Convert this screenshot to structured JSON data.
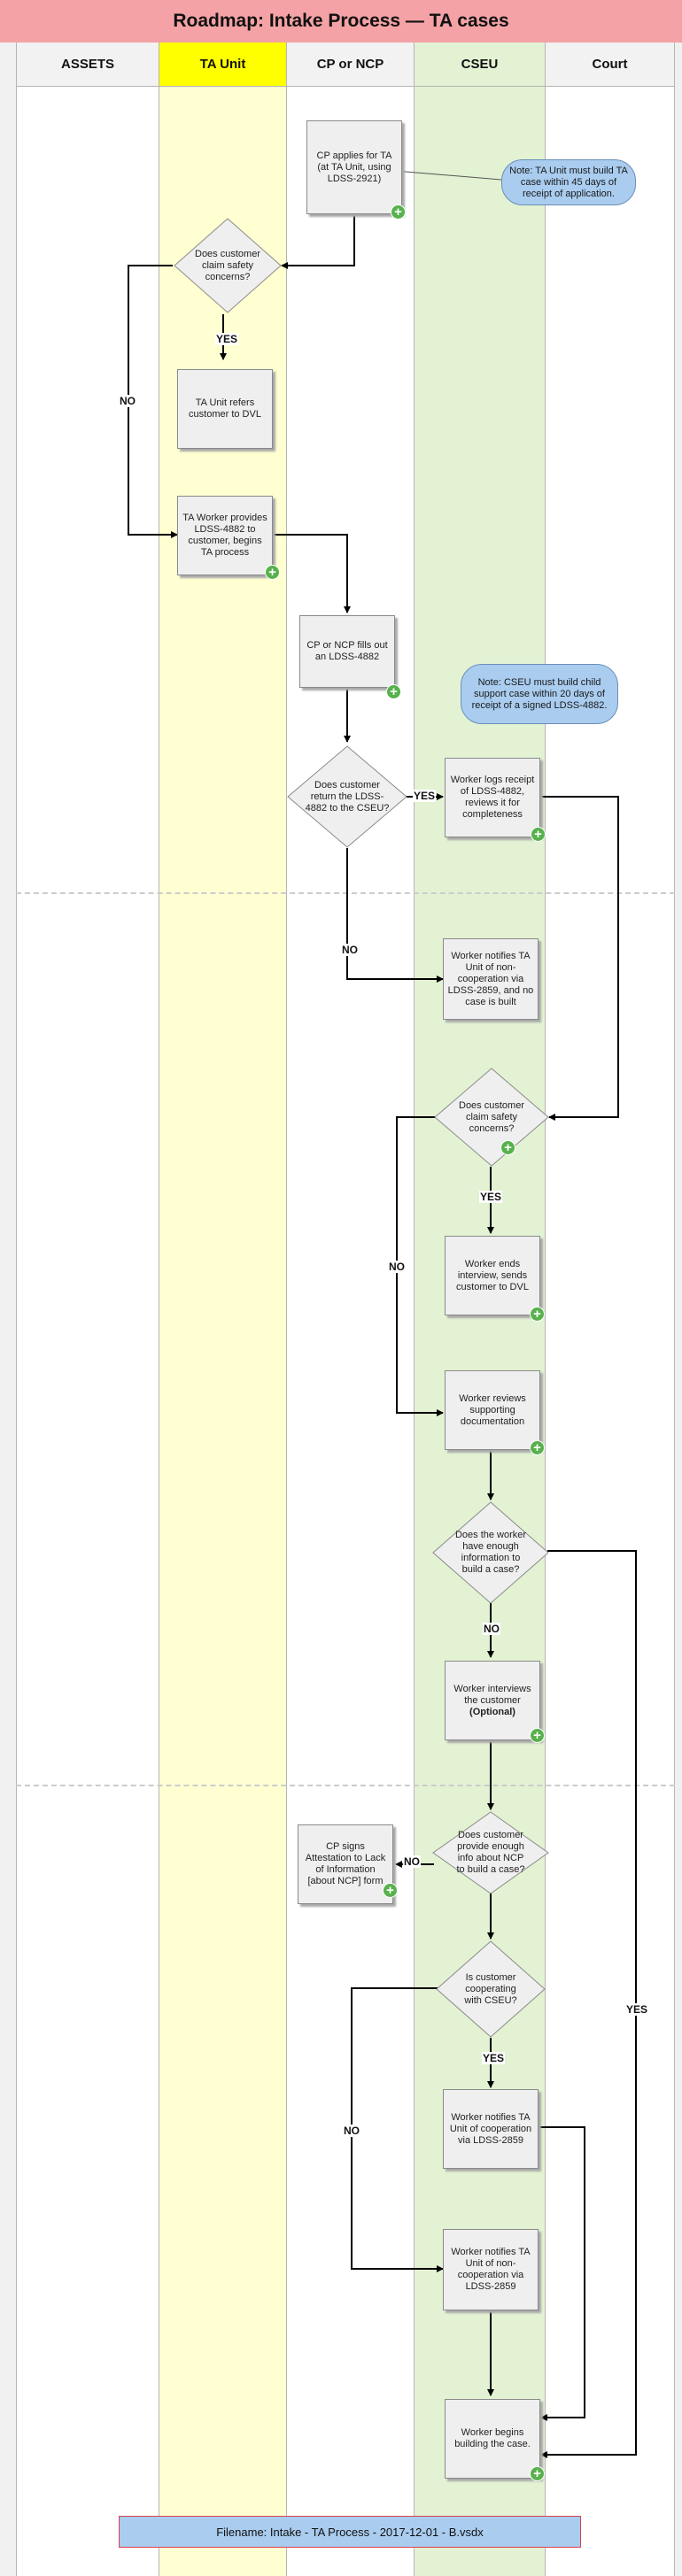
{
  "title": "Roadmap:  Intake Process — TA cases",
  "colors": {
    "title_bg": "#f4a2a5",
    "ta_lane": "#ffffd2",
    "ta_header": "#ffff00",
    "cseu_lane": "#e2f2d2",
    "note_bg": "#a9ccef",
    "plus": "#57b14c"
  },
  "lanes": [
    {
      "label": "ASSETS"
    },
    {
      "label": "TA Unit"
    },
    {
      "label": "CP or NCP"
    },
    {
      "label": "CSEU"
    },
    {
      "label": "Court"
    }
  ],
  "shapes": {
    "cp_applies": "CP applies for TA (at TA Unit, using LDSS-2921)",
    "note_ta": "Note: TA Unit must build TA case within 45 days of receipt of application.",
    "safety_q1": "Does customer claim safety concerns?",
    "ta_refers": "TA Unit refers customer to DVL",
    "ta_worker": "TA Worker provides LDSS-4882 to customer, begins TA process",
    "cp_fills": "CP or NCP fills out an LDSS-4882",
    "note_cseu": "Note: CSEU must build child support case within 20 days of receipt of a signed LDSS-4882.",
    "return_q": "Does customer return the LDSS-4882 to the CSEU?",
    "worker_logs": "Worker logs receipt of LDSS-4882, reviews it for completeness",
    "notify_noncoop1": "Worker notifies TA Unit of non-cooperation via LDSS-2859, and no case is built",
    "safety_q2": "Does customer claim safety concerns?",
    "ends_interview": "Worker ends interview, sends customer to DVL",
    "reviews_docs": "Worker reviews supporting documentation",
    "enough_info_q": "Does the worker have enough information to build a case?",
    "interviews_a": "Worker interviews the customer",
    "interviews_b": "(Optional)",
    "provide_info_q": "Does customer provide enough info about NCP to build a case?",
    "cp_signs": "CP signs Attestation to Lack of Information [about NCP] form",
    "cooperating_q": "Is customer cooperating with CSEU?",
    "notify_coop": "Worker notifies TA Unit of cooperation via LDSS-2859",
    "notify_noncoop2": "Worker notifies TA Unit of non-cooperation via LDSS-2859",
    "begins_building": "Worker begins building the case."
  },
  "labels": {
    "yes": "YES",
    "no": "NO"
  },
  "footer": "Filename:  Intake - TA Process - 2017-12-01 - B.vsdx"
}
